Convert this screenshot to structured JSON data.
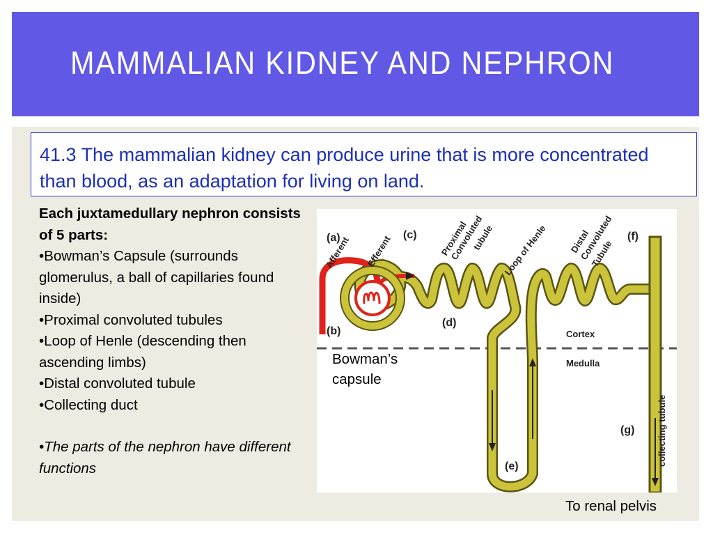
{
  "slide": {
    "title": "MAMMALIAN KIDNEY AND NEPHRON",
    "callout": "41.3 The mammalian kidney can produce urine that is more concentrated than blood, as an adaptation for living on land.",
    "colors": {
      "header": "#6159e6",
      "content_bg": "#eeebe3",
      "callout_text": "#1c2fb8",
      "tubule": "#cbc43a",
      "vessel": "#e0221b"
    }
  },
  "notes": {
    "heading": "Each juxtamedullary nephron consists of 5 parts:",
    "items": [
      "•Bowman’s Capsule (surrounds glomerulus, a ball of capillaries found inside)",
      "•Proximal convoluted tubules",
      "•Loop of Henle (descending then ascending limbs)",
      "•Distal convoluted tubule",
      "•Collecting duct"
    ],
    "conclusion": "•The parts of the nephron have different functions"
  },
  "diagram": {
    "labels": {
      "a": "(a)",
      "b": "(b)",
      "c": "(c)",
      "d": "(d)",
      "e": "(e)",
      "f": "(f)",
      "g": "(g)",
      "afferent": "Afferent",
      "efferent": "Efferent",
      "proximal": [
        "Proximal",
        "Convoluted",
        "tubule"
      ],
      "loop_of_henle": "Loop of Henle",
      "distal": [
        "Distal",
        "Convoluted",
        "Tubule"
      ],
      "cortex": "Cortex",
      "medulla": "Medulla",
      "collecting_tubule": "collecting tubule"
    },
    "bowmans_capsule": [
      "Bowman’s",
      "capsule"
    ],
    "to_renal_pelvis": "To renal pelvis"
  }
}
